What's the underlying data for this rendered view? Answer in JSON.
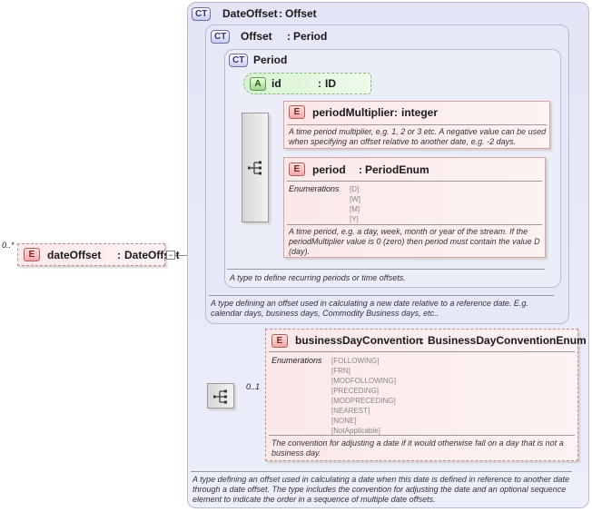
{
  "root": {
    "cardinality": "0..*",
    "badge": "E",
    "name": "dateOffset",
    "separator": ":",
    "type": "DateOffset",
    "toggle": "−"
  },
  "date_offset_type": {
    "badge": "CT",
    "name": "DateOffset",
    "separator": ":",
    "base": "Offset",
    "doc": "A type defining an offset used in calculating a date when this date is defined in reference to another date through a date offset. The type includes the convention for adjusting the date and an optional sequence element to indicate the order in a sequence of multiple date offsets."
  },
  "offset_type": {
    "badge": "CT",
    "name": "Offset",
    "separator": ":",
    "base": "Period",
    "doc": "A type defining an offset used in calculating a new date relative to a reference date. E.g. calendar days, business days, Commodity Business days, etc.."
  },
  "period_type": {
    "badge": "CT",
    "name": "Period",
    "doc": "A type to define recurring periods or time offsets."
  },
  "id_attribute": {
    "badge": "A",
    "name": "id",
    "separator": ":",
    "type": "ID"
  },
  "period_multiplier": {
    "badge": "E",
    "name": "periodMultiplier",
    "separator": ":",
    "type": "integer",
    "doc": "A time period multiplier, e.g. 1, 2 or 3 etc. A negative value can be used when specifying an offset relative to another date, e.g. -2 days."
  },
  "period": {
    "badge": "E",
    "name": "period",
    "separator": ":",
    "type": "PeriodEnum",
    "enum_label": "Enumerations",
    "enumerations": [
      "[D]",
      "[W]",
      "[M]",
      "[Y]"
    ],
    "doc": "A time period, e.g. a day, week, month or year of the stream. If the periodMultiplier value is 0 (zero) then period must contain the value D (day)."
  },
  "business_day_convention": {
    "cardinality": "0..1",
    "badge": "E",
    "name": "businessDayConvention",
    "separator": ":",
    "type": "BusinessDayConventionEnum",
    "enum_label": "Enumerations",
    "enumerations": [
      "[FOLLOWING]",
      "[FRN]",
      "[MODFOLLOWING]",
      "[PRECEDING]",
      "[MODPRECEDING]",
      "[NEAREST]",
      "[NONE]",
      "[NotApplicable]"
    ],
    "doc": "The convention for adjusting a date if it would otherwise fall on a day that is not a business day."
  }
}
